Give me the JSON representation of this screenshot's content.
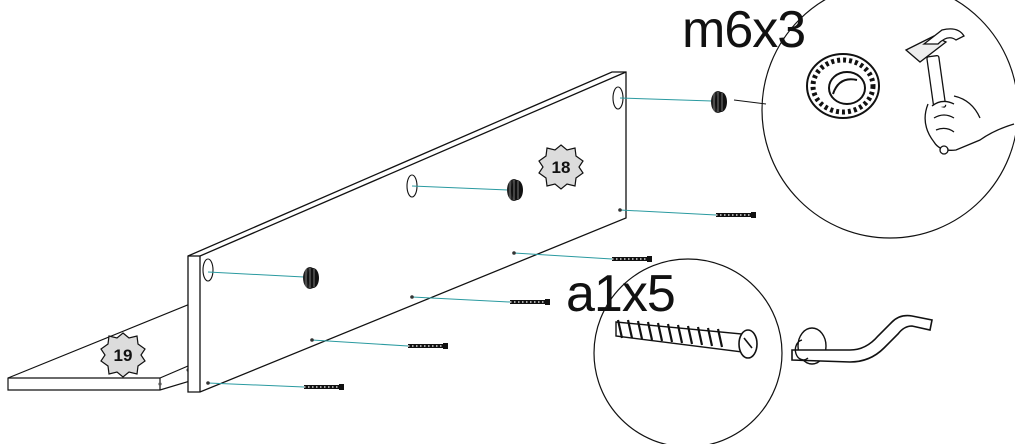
{
  "callouts": {
    "cam_fitting": {
      "quantity_label": "m6x3"
    },
    "dowel_screw": {
      "quantity_label": "a1x5"
    }
  },
  "parts": {
    "back_panel_number": "18",
    "bottom_panel_number": "19"
  },
  "colors": {
    "line": "#111111",
    "guide": "#2a9aa0",
    "badge_fill": "#dcdcdc"
  },
  "icons": [
    "hammer-icon",
    "hand-icon",
    "allen-key-icon",
    "cam-lock-icon",
    "dowel-screw-icon"
  ]
}
